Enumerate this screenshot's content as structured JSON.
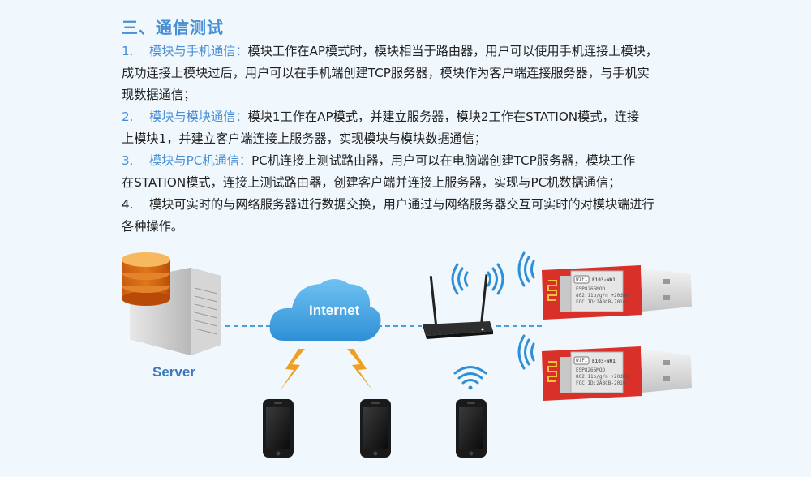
{
  "title": "三、通信测试",
  "items": [
    {
      "num": "1.",
      "head": "模块与手机通信：",
      "body": "模块工作在AP模式时，模块相当于路由器，用户可以使用手机连接上模块，",
      "lines": [
        "成功连接上模块过后，用户可以在手机端创建TCP服务器，模块作为客户端连接服务器，与手机实",
        "现数据通信；"
      ]
    },
    {
      "num": "2.",
      "head": "模块与模块通信：",
      "body": "模块1工作在AP模式，并建立服务器，模块2工作在STATION模式，连接",
      "lines": [
        "上模块1，并建立客户端连接上服务器，实现模块与模块数据通信；"
      ]
    },
    {
      "num": "3.",
      "head": "模块与PC机通信：",
      "body": "PC机连接上测试路由器，用户可以在电脑端创建TCP服务器，模块工作",
      "lines": [
        "在STATION模式，连接上测试路由器，创建客户端并连接上服务器，实现与PC机数据通信；"
      ]
    },
    {
      "num": "4.",
      "head": "",
      "body": "模块可实时的与网络服务器进行数据交换，用户通过与网络服务器交互可实时的对模块端进行",
      "lines": [
        "各种操作。"
      ]
    }
  ],
  "diagram": {
    "server_label": "Server",
    "cloud_label": "Internet",
    "module_wifi_badge": "WiFi",
    "module_model": "E103-W01",
    "module_lines": [
      "ESP8266MOD",
      "802.11b/g/n  +20dBm",
      "FCC ID:2ABCB-2016"
    ]
  },
  "colors": {
    "accent": "#4a8fd6",
    "text": "#222222",
    "background": "#f1f8fd",
    "board": "#d9302a",
    "lightning": "#f0a020"
  }
}
